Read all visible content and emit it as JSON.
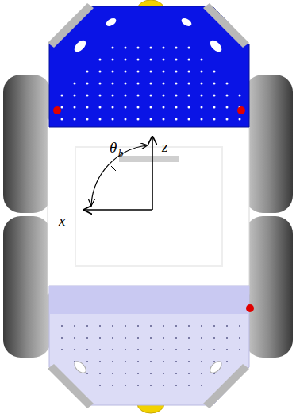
{
  "diagram": {
    "labels": [
      "z",
      "x",
      "θ",
      "b"
    ]
  }
}
